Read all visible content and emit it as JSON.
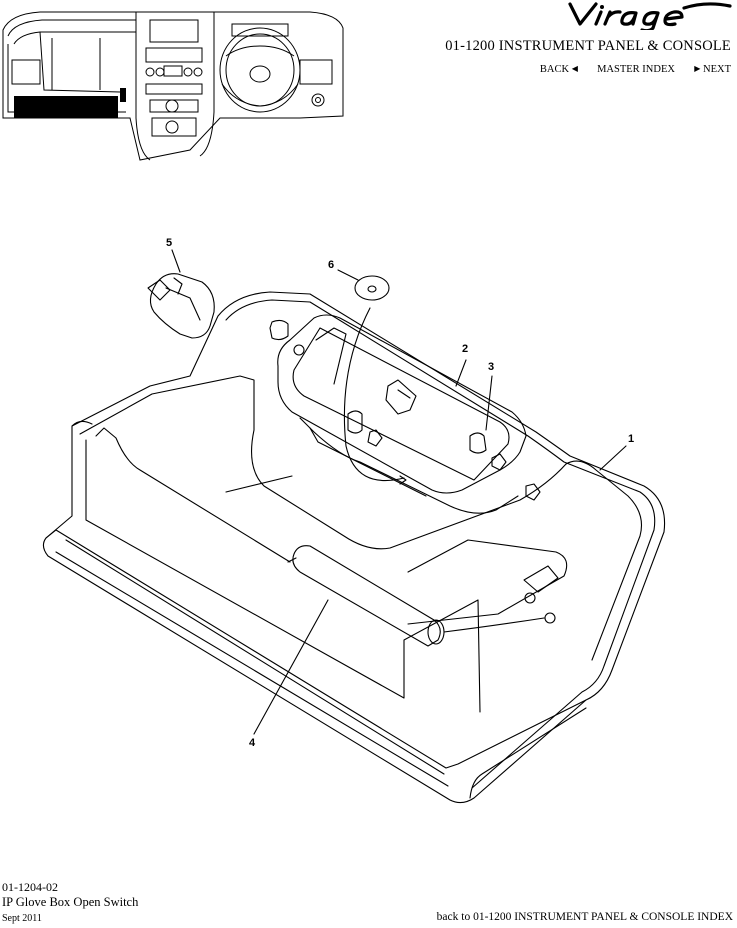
{
  "header": {
    "brand_logo": "Virage",
    "section_title": "01-1200 INSTRUMENT PANEL & CONSOLE",
    "nav": {
      "back_label": "BACK",
      "back_icon": "left-triangle",
      "master_index_label": "MASTER INDEX",
      "next_icon": "right-triangle",
      "next_label": "NEXT"
    }
  },
  "diagram": {
    "callouts": [
      "1",
      "2",
      "3",
      "4",
      "5",
      "6"
    ]
  },
  "footer": {
    "part_code": "01-1204-02",
    "part_name": "IP Glove Box Open Switch",
    "date": "Sept 2011",
    "back_link": "back to 01-1200 INSTRUMENT PANEL & CONSOLE INDEX"
  }
}
